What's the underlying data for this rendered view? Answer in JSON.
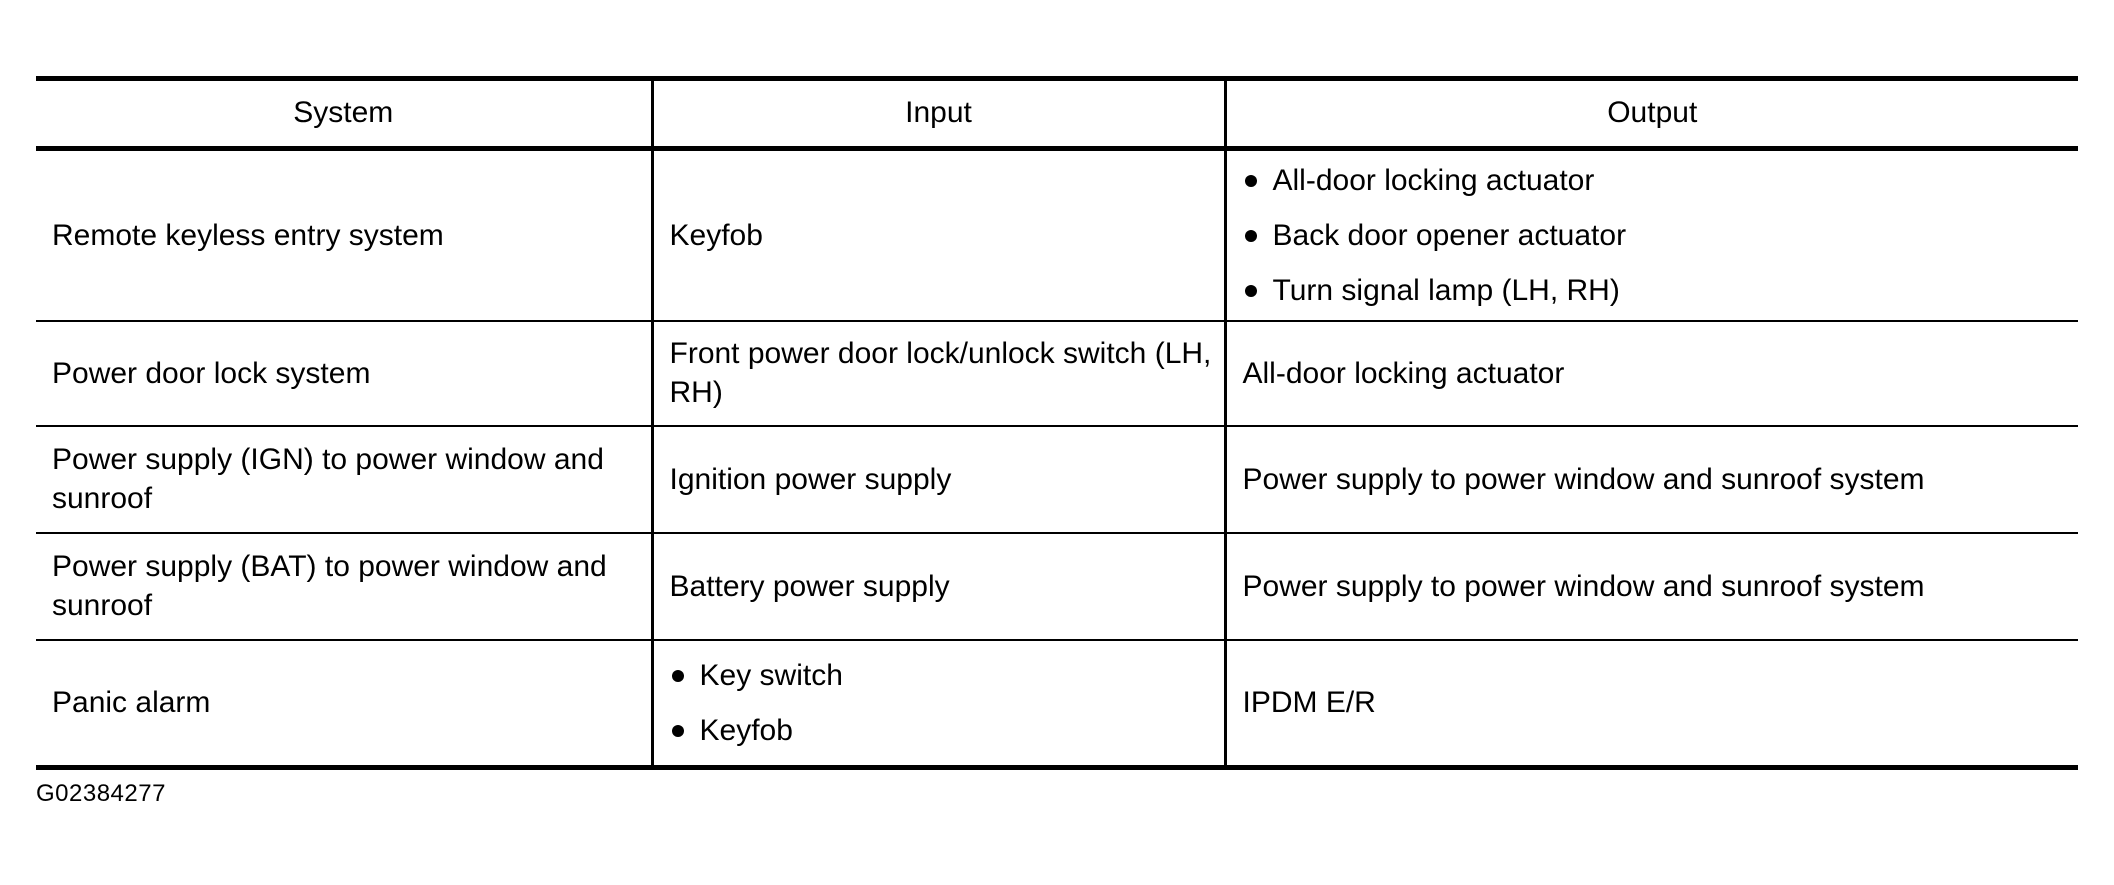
{
  "table": {
    "columns": [
      {
        "label": "System"
      },
      {
        "label": "Input"
      },
      {
        "label": "Output"
      }
    ],
    "rows": [
      {
        "system": "Remote keyless entry system",
        "input": "Keyfob",
        "input_bullets": [],
        "output": "",
        "output_bullets": [
          "All-door locking actuator",
          "Back door opener actuator",
          "Turn signal lamp (LH, RH)"
        ]
      },
      {
        "system": "Power door lock system",
        "input": "Front power door lock/unlock switch (LH, RH)",
        "input_bullets": [],
        "output": "All-door locking actuator",
        "output_bullets": []
      },
      {
        "system": "Power supply (IGN) to power window and sunroof",
        "input": "Ignition power supply",
        "input_bullets": [],
        "output": "Power supply to power window and sunroof system",
        "output_bullets": []
      },
      {
        "system": "Power supply (BAT) to power window and sunroof",
        "input": "Battery power supply",
        "input_bullets": [],
        "output": "Power supply to power window and sunroof system",
        "output_bullets": []
      },
      {
        "system": "Panic alarm",
        "input": "",
        "input_bullets": [
          "Key switch",
          "Keyfob"
        ],
        "output": "IPDM E/R",
        "output_bullets": []
      }
    ]
  },
  "figure_code": "G02384277",
  "colors": {
    "ink": "#000000",
    "paper": "#ffffff"
  }
}
